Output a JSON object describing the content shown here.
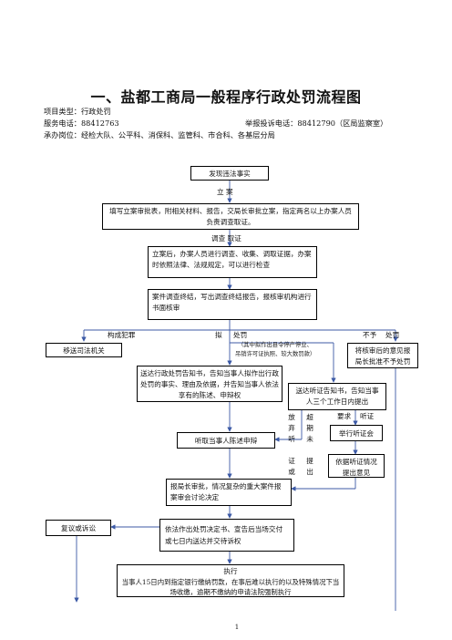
{
  "doc": {
    "title": "一、盐都工商局一般程序行政处罚流程图",
    "project_type": "项目类型：行政处罚",
    "service_phone": "服务电话：88412763",
    "report_phone": "举报投诉电话：88412790（区局监察室）",
    "duty_posts": "承办岗位：经检大队、公平科、消保科、监管科、市合科、各基层分局",
    "page_number": "1"
  },
  "flow": {
    "discover": "发现违法事实",
    "label_lian": "立  案",
    "lian_box": "填写立案审批表，附相关材料、报告，交局长审批立案，指定两名以上办案人员负责调查取证。",
    "label_diaocha": "调查  取证",
    "investigate_box": "立案后，办案人员进行调查、收集、调取证据，办案时依照法律、法规规定，可以进行检查",
    "report_box": "案件调查终结，写出调查终结报告，报核审机构进行书面核审",
    "label_crime": "构成犯罪",
    "label_ni": "拟",
    "label_penalty": "处罚",
    "label_bu": "不予",
    "label_no_penalty": "处罚",
    "transfer_box": "移送司法机关",
    "hearing_note_1": "（其中拟作出县令停产停业、",
    "hearing_note_2": "吊销许可证执照、较大数罚款）",
    "no_penalty_box": "将核审后的意见报局长批准不予处罚",
    "notify_box": "送达行政处罚告知书，告知当事人拟作出行政处罚的事实、理由及依据，并告知当事人依法享有的陈述、申辩权",
    "hearing_notice_box": "送达听证告知书，告知当事人三个工作日内提出",
    "label_request": "要求",
    "label_hearing": "听证",
    "giveup_chars": [
      "放",
      "弃",
      "听",
      "",
      "证",
      "或"
    ],
    "overdue_chars": [
      "超",
      "期",
      "未",
      "",
      "提",
      "出"
    ],
    "statement_box": "听取当事人陈述申辩",
    "hold_hearing_box": "举行听证会",
    "hearing_opinion_box": "依据听证情况提出意见",
    "approve_box": "报局长审批，情况复杂的重大案件报案审会讨论决定",
    "review_box": "复议或诉讼",
    "decision_box": "依法作出处罚决定书、宣告后当场交付或七日内送达并交待诉权",
    "execute_title": "执行",
    "execute_text": "当事人15日内到指定银行缴纳罚款，在事后难以执行的以及特殊情况下当场收缴，逾期不缴纳的申请法院强制执行"
  }
}
